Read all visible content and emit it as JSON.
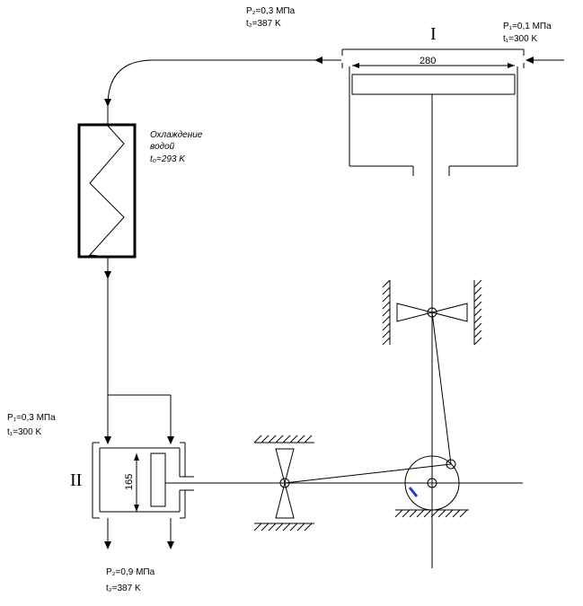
{
  "stage_1": {
    "roman": "I",
    "inlet_pressure": "P₁=0,1 МПа",
    "inlet_temperature": "t₁=300 K",
    "outlet_pressure": "P₂=0,3 МПа",
    "outlet_temperature": "t₂=387 K",
    "bore_dimension": "280"
  },
  "cooler": {
    "line1": "Охлаждение",
    "line2": "водой",
    "line3": "t₀=293 K"
  },
  "stage_2": {
    "roman": "II",
    "inlet_pressure": "P₁=0,3 МПа",
    "inlet_temperature": "t₁=300 K",
    "outlet_pressure": "P₂=0,9 МПа",
    "outlet_temperature": "t₂=387 K",
    "bore_dimension": "165"
  }
}
